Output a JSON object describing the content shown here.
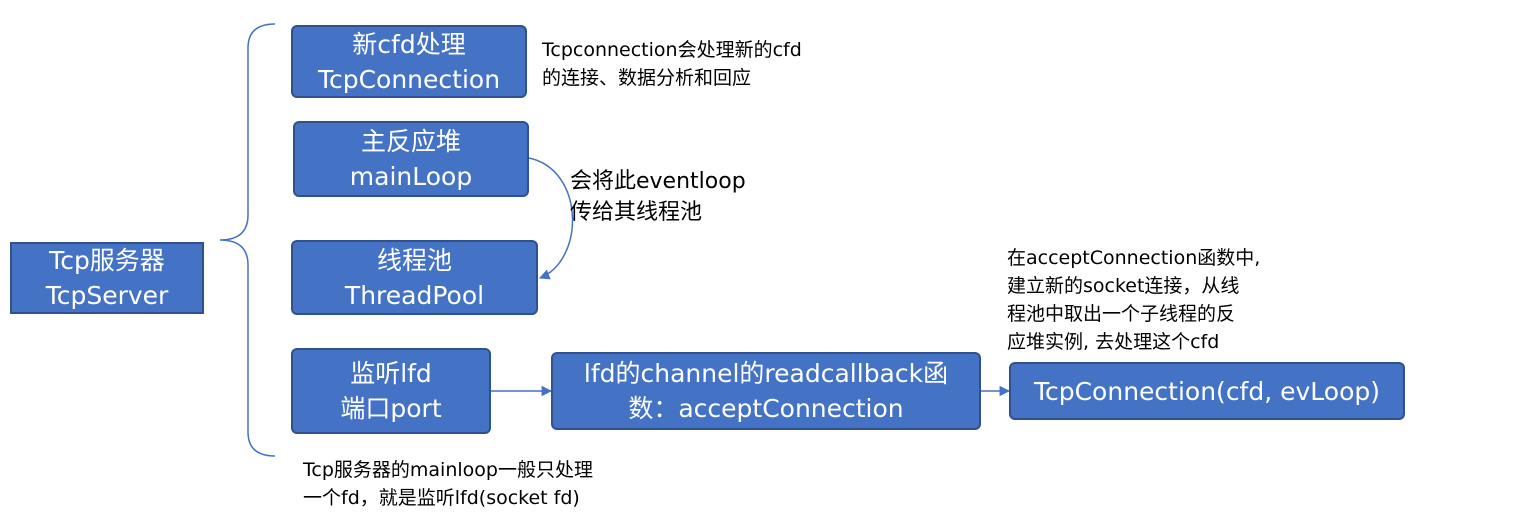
{
  "root": {
    "line1": "Tcp服务器",
    "line2": "TcpServer"
  },
  "boxes": {
    "new_cfd": {
      "line1": "新cfd处理",
      "line2": "TcpConnection"
    },
    "main_reactor": {
      "line1": "主反应堆",
      "line2": "mainLoop"
    },
    "thread_pool": {
      "line1": "线程池",
      "line2": "ThreadPool"
    },
    "listen": {
      "line1": "监听lfd",
      "line2": "端口port"
    },
    "read_callback": {
      "line1": "lfd的channel的readcallback函",
      "line2": "数：acceptConnection"
    },
    "tcp_connection": {
      "line1": "TcpConnection(cfd, evLoop)"
    }
  },
  "notes": {
    "tcpconnection": {
      "line1": "Tcpconnection会处理新的cfd",
      "line2": "的连接、数据分析和回应"
    },
    "eventloop": {
      "line1": "会将此eventloop",
      "line2": "传给其线程池"
    },
    "accept": {
      "line1": "在acceptConnection函数中,",
      "line2": "建立新的socket连接，从线",
      "line3": "程池中取出一个子线程的反",
      "line4": "应堆实例, 去处理这个cfd"
    },
    "mainloop": {
      "line1": "Tcp服务器的mainloop一般只处理",
      "line2": "一个fd，就是监听lfd(socket fd)"
    }
  },
  "colors": {
    "box_fill": "#4472C4",
    "box_border": "#2F528F",
    "connector": "#4472C4"
  }
}
